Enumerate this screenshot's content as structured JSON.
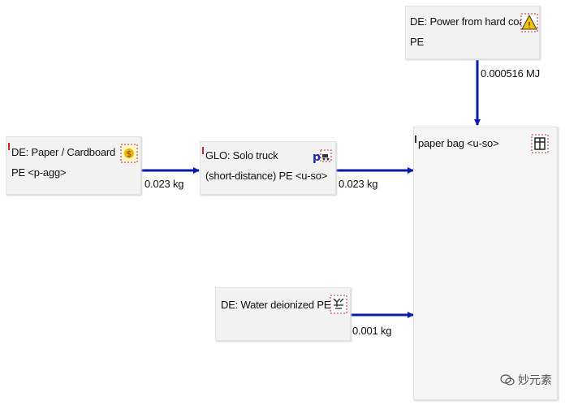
{
  "processes": {
    "paper_cardboard": {
      "line1": "DE: Paper / Cardboard",
      "line2": "PE <p-agg>"
    },
    "solo_truck": {
      "line1": "GLO: Solo truck",
      "line2": "(short-distance) PE <u-so>"
    },
    "hard_coal": {
      "line1": "DE: Power from hard coal",
      "line2": "PE"
    },
    "paper_bag": {
      "line1": "paper bag <u-so>"
    },
    "water": {
      "line1": "DE: Water deionized PE"
    }
  },
  "flows": {
    "paper_to_truck": "0.023 kg",
    "truck_to_bag": "0.023 kg",
    "coal_to_bag": "0.000516 MJ",
    "water_to_bag": "0.001 kg"
  },
  "icons": {
    "paper_cardboard": "aggregated-process-icon",
    "solo_truck": "transport-truck-icon",
    "hard_coal": "energy-warning-icon",
    "paper_bag": "unit-process-icon",
    "water": "water-process-icon"
  },
  "colors": {
    "arrow": "#0a1aa8",
    "box": "#f2f2f2"
  },
  "watermark": {
    "text": "妙元素"
  }
}
